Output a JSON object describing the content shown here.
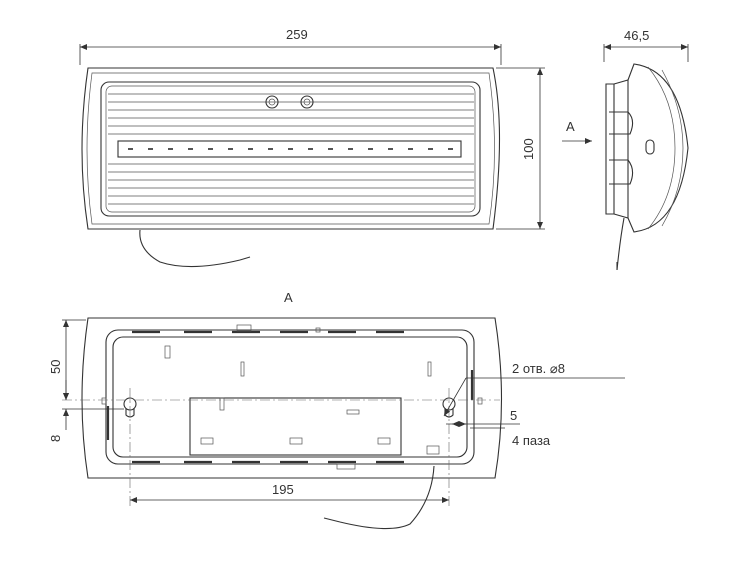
{
  "labels": {
    "width_top": "259",
    "depth_side": "46,5",
    "height_right": "100",
    "view_arrow": "A",
    "view_title": "A",
    "dim_50": "50",
    "dim_8": "8",
    "holes": "2 отв. ⌀8",
    "dim_5": "5",
    "slots": "4 паза",
    "dim_195": "195"
  }
}
